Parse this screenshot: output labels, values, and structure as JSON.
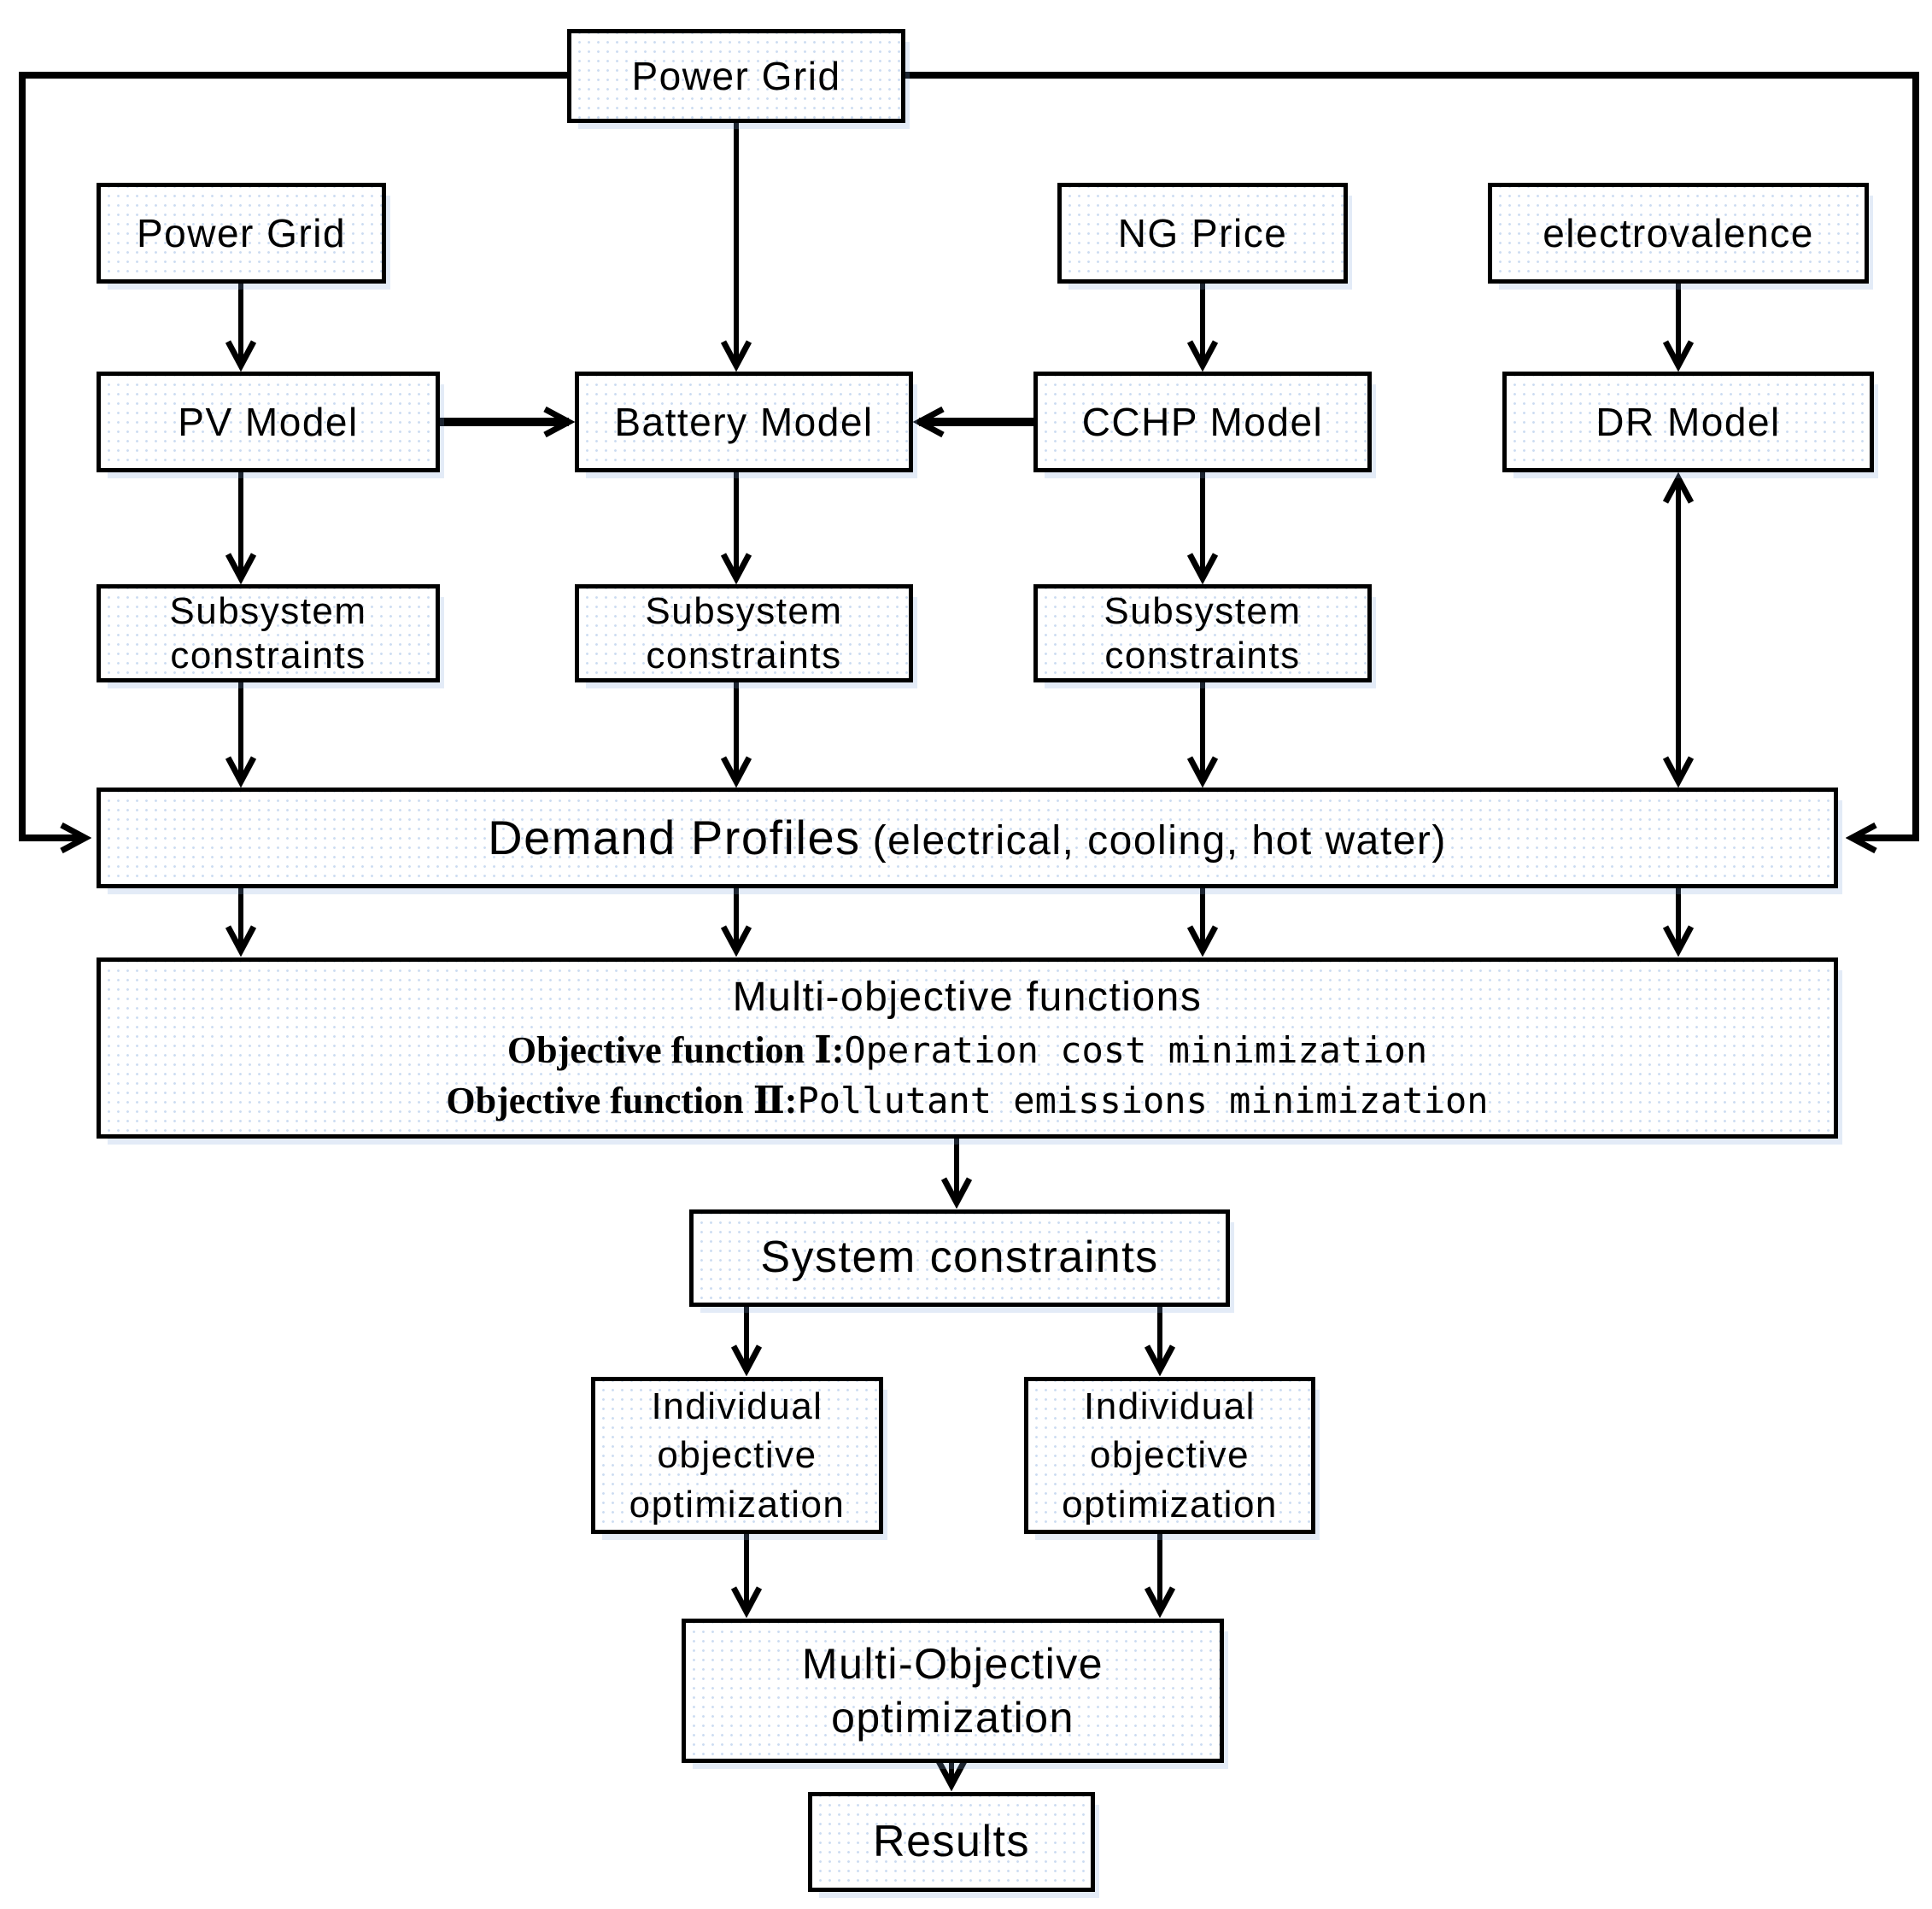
{
  "theme": {
    "background": "#ffffff",
    "line": "#000000",
    "box_border": "#000000",
    "box_fill": "#ffffff",
    "speckle": "#7ea6dc",
    "text": "#000000"
  },
  "nodes": {
    "power_grid_top": "Power Grid",
    "power_grid_input": "Power Grid",
    "ng_price": "NG Price",
    "electrovalence": "electrovalence",
    "pv_model": "PV Model",
    "battery_model": "Battery Model",
    "cchp_model": "CCHP Model",
    "dr_model": "DR Model",
    "subsystem_constraints_pv": "Subsystem\nconstraints",
    "subsystem_constraints_battery": "Subsystem\nconstraints",
    "subsystem_constraints_cchp": "Subsystem\nconstraints",
    "demand_profiles_main": "Demand Profiles",
    "demand_profiles_detail": "(electrical, cooling, hot water)",
    "multi_objective_title": "Multi-objective functions",
    "objective_1_prefix": "Objective function Ⅰ:",
    "objective_1_text": "Operation cost minimization",
    "objective_2_prefix": "Objective function Ⅱ:",
    "objective_2_text": "Pollutant emissions minimization",
    "system_constraints": "System constraints",
    "individual_objective_optimization_left": "Individual\nobjective\noptimization",
    "individual_objective_optimization_right": "Individual\nobjective\noptimization",
    "multi_objective_optimization": "Multi-Objective\noptimization",
    "results": "Results"
  }
}
